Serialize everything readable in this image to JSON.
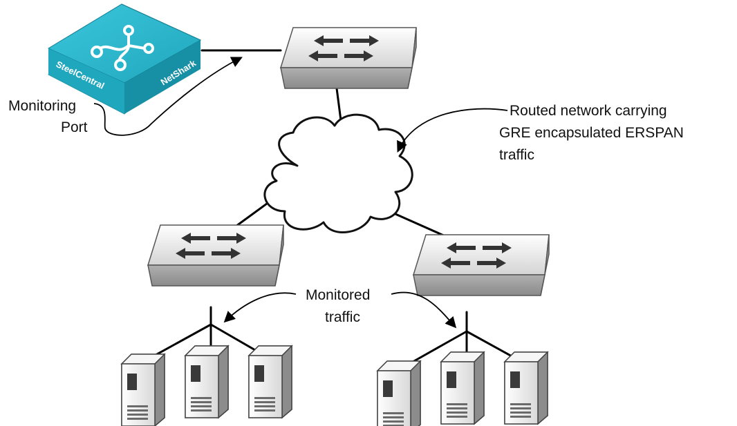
{
  "appliance": {
    "brand_left": "SteelCentral",
    "brand_right": "NetShark",
    "color": "#27B5CC"
  },
  "labels": {
    "monitoring_port_line1": "Monitoring",
    "monitoring_port_line2": "Port",
    "routed_line1": "Routed network carrying",
    "routed_line2": "GRE encapsulated ERSPAN",
    "routed_line3": "traffic",
    "monitored_line1": "Monitored",
    "monitored_line2": "traffic"
  },
  "devices": {
    "switches": 3,
    "servers_per_switch": 3
  }
}
